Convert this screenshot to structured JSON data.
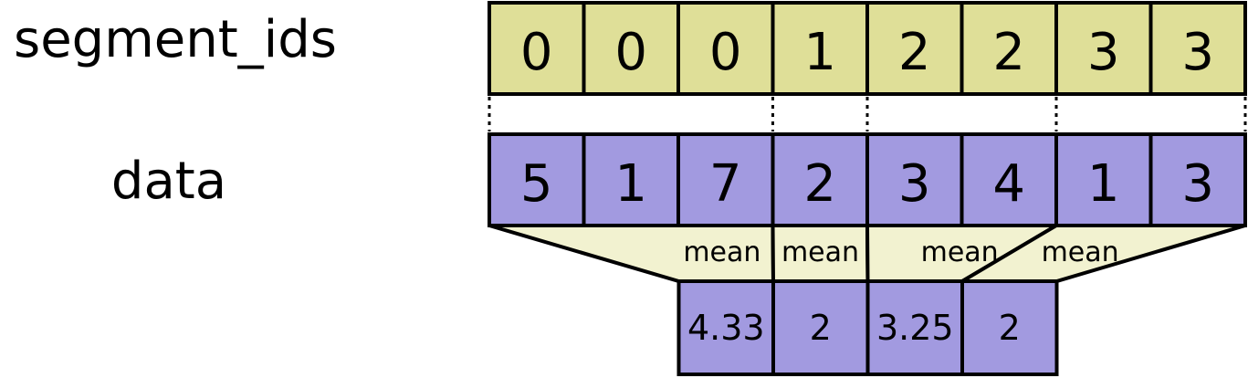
{
  "labels": {
    "segment_ids": "segment_ids",
    "data": "data"
  },
  "segment_ids": [
    "0",
    "0",
    "0",
    "1",
    "2",
    "2",
    "3",
    "3"
  ],
  "data": [
    "5",
    "1",
    "7",
    "2",
    "3",
    "4",
    "1",
    "3"
  ],
  "reductions": [
    {
      "label": "mean",
      "start": 0,
      "end": 3,
      "out": 0
    },
    {
      "label": "mean",
      "start": 3,
      "end": 4,
      "out": 1
    },
    {
      "label": "mean",
      "start": 4,
      "end": 6,
      "out": 2
    },
    {
      "label": "mean",
      "start": 6,
      "end": 8,
      "out": 3
    }
  ],
  "outputs": [
    "4.33",
    "2",
    "3.25",
    "2"
  ],
  "colors": {
    "segment_fill": "#dfdf98",
    "data_fill": "#a29ae0",
    "funnel_fill": "#f2f2d0",
    "stroke": "#000000"
  }
}
